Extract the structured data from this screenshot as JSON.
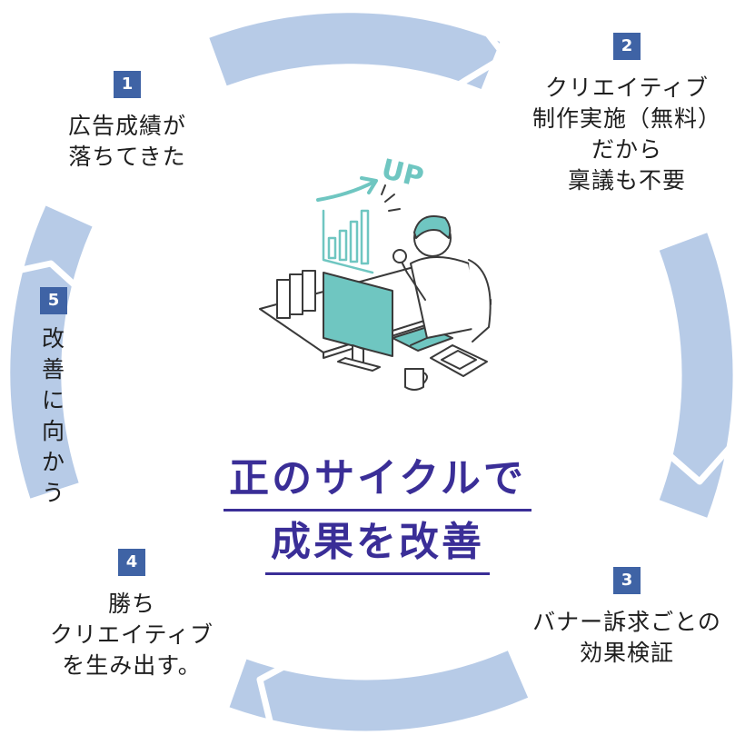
{
  "colors": {
    "arrow": "#b7cbe7",
    "badge": "#3f63a5",
    "headline": "#3a2e97",
    "accent": "#6fc6c1",
    "line": "#3a3a3a"
  },
  "illustration": {
    "up_text": "UP",
    "icons": [
      "growth-arrow-icon",
      "bar-chart-icon",
      "person-at-computer-icon",
      "mug-icon",
      "books-icon"
    ]
  },
  "steps": [
    {
      "number": "1",
      "label": "広告成績が\n落ちてきた"
    },
    {
      "number": "2",
      "label": "クリエイティブ\n制作実施（無料）\nだから\n稟議も不要"
    },
    {
      "number": "3",
      "label": "バナー訴求ごとの\n効果検証"
    },
    {
      "number": "4",
      "label": "勝ち\nクリエイティブ\nを生み出す。"
    },
    {
      "number": "5",
      "label": "改善に向かう"
    }
  ],
  "headline": {
    "line1": "正のサイクルで",
    "line2": "成果を改善"
  }
}
